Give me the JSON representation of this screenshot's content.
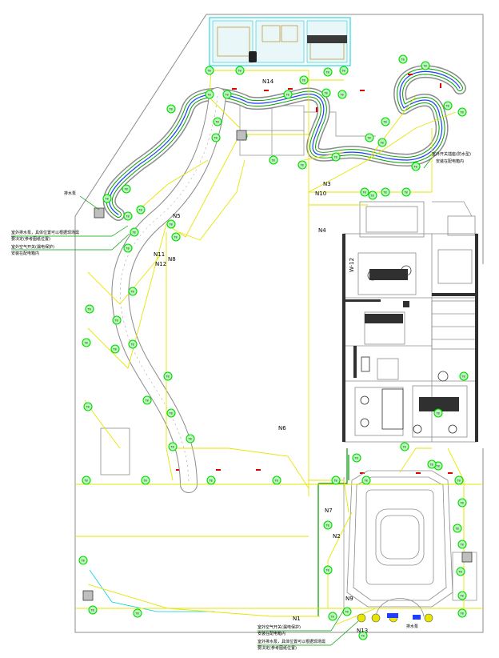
{
  "labels": [
    {
      "id": "N14",
      "text": "N14"
    },
    {
      "id": "N3",
      "text": "N3"
    },
    {
      "id": "N10",
      "text": "N10"
    },
    {
      "id": "N4",
      "text": "N4"
    },
    {
      "id": "N5",
      "text": "N5"
    },
    {
      "id": "N11",
      "text": "N11"
    },
    {
      "id": "N12",
      "text": "N12"
    },
    {
      "id": "N8",
      "text": "N8"
    },
    {
      "id": "N6",
      "text": "N6"
    },
    {
      "id": "N7",
      "text": "N7"
    },
    {
      "id": "N2",
      "text": "N2"
    },
    {
      "id": "N9",
      "text": "N9"
    },
    {
      "id": "N13",
      "text": "N13"
    },
    {
      "id": "N1",
      "text": "N1"
    },
    {
      "id": "W12",
      "text": "W-12"
    }
  ],
  "notes": [
    {
      "id": "note_left_1",
      "text": "排水泵"
    },
    {
      "id": "note_left_2",
      "text": "室外排水泵，具体位置可以根据现场需"
    },
    {
      "id": "note_left_3",
      "text": "要决定(参考图纸位置)"
    },
    {
      "id": "note_left_4",
      "text": "室外空气开关(漏电保护)"
    },
    {
      "id": "note_left_5",
      "text": "安装在配电箱内"
    },
    {
      "id": "note_right_1",
      "text": "室外开关插座(防水型)"
    },
    {
      "id": "note_right_2",
      "text": "安装在配电箱内"
    },
    {
      "id": "note_bot_1",
      "text": "室外空气开关(漏电保护)"
    },
    {
      "id": "note_bot_2",
      "text": "安装在配电箱内"
    },
    {
      "id": "note_bot_3",
      "text": "室外排水泵，具体位置可以根据现场需"
    },
    {
      "id": "note_bot_4",
      "text": "要决定(参考图纸位置)"
    },
    {
      "id": "note_bot_right",
      "text": "排水泵"
    }
  ],
  "fixture_code": "T8",
  "colors": {
    "wall": "#8c8c8c",
    "cable": "#e6e600",
    "fixture_ring": "#00d400",
    "fixture_fill": "#b6ffb6",
    "pool_blue": "#1f3fff",
    "pool_green": "#00a000",
    "pool_cyan": "#00cfe0",
    "marker_red": "#e00000",
    "room_dark": "#303030"
  }
}
